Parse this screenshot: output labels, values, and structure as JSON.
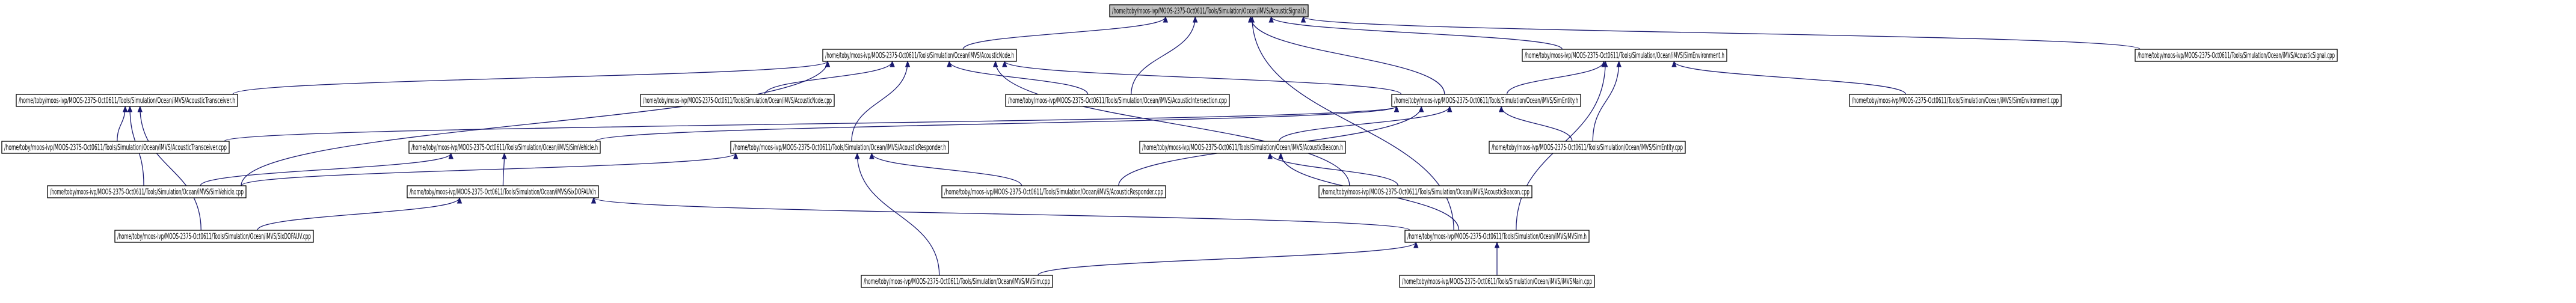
{
  "graph": {
    "kind": "include-dependency-graph",
    "colors": {
      "edge": "#191970",
      "root_fill": "#bfbfbf",
      "node_fill": "#ffffff",
      "node_stroke": "#000000"
    },
    "nodes": [
      {
        "id": "acousticsignal_h",
        "label": "/home/toby/moos-ivp/MOOS-2375-Oct0611/Tools/Simulation/Ocean/iMVS/AcousticSignal.h",
        "root": true
      },
      {
        "id": "acousticnode_h",
        "label": "/home/toby/moos-ivp/MOOS-2375-Oct0611/Tools/Simulation/Ocean/iMVS/AcousticNode.h"
      },
      {
        "id": "simenvironment_h",
        "label": "/home/toby/moos-ivp/MOOS-2375-Oct0611/Tools/Simulation/Ocean/iMVS/SimEnvironment.h"
      },
      {
        "id": "acousticsignal_cpp",
        "label": "/home/toby/moos-ivp/MOOS-2375-Oct0611/Tools/Simulation/Ocean/iMVS/AcousticSignal.cpp"
      },
      {
        "id": "acoustictransceiver_h",
        "label": "/home/toby/moos-ivp/MOOS-2375-Oct0611/Tools/Simulation/Ocean/iMVS/AcousticTransceiver.h"
      },
      {
        "id": "acousticnode_cpp",
        "label": "/home/toby/moos-ivp/MOOS-2375-Oct0611/Tools/Simulation/Ocean/iMVS/AcousticNode.cpp"
      },
      {
        "id": "acousticintersection_cpp",
        "label": "/home/toby/moos-ivp/MOOS-2375-Oct0611/Tools/Simulation/Ocean/iMVS/AcousticIntersection.cpp"
      },
      {
        "id": "simentity_h",
        "label": "/home/toby/moos-ivp/MOOS-2375-Oct0611/Tools/Simulation/Ocean/iMVS/SimEntity.h"
      },
      {
        "id": "simenvironment_cpp",
        "label": "/home/toby/moos-ivp/MOOS-2375-Oct0611/Tools/Simulation/Ocean/iMVS/SimEnvironment.cpp"
      },
      {
        "id": "acoustictransceiver_cpp",
        "label": "/home/toby/moos-ivp/MOOS-2375-Oct0611/Tools/Simulation/Ocean/iMVS/AcousticTransceiver.cpp"
      },
      {
        "id": "simvehicle_h",
        "label": "/home/toby/moos-ivp/MOOS-2375-Oct0611/Tools/Simulation/Ocean/iMVS/SimVehicle.h"
      },
      {
        "id": "acousticresponder_h",
        "label": "/home/toby/moos-ivp/MOOS-2375-Oct0611/Tools/Simulation/Ocean/iMVS/AcousticResponder.h"
      },
      {
        "id": "acousticbeacon_h",
        "label": "/home/toby/moos-ivp/MOOS-2375-Oct0611/Tools/Simulation/Ocean/iMVS/AcousticBeacon.h"
      },
      {
        "id": "simentity_cpp",
        "label": "/home/toby/moos-ivp/MOOS-2375-Oct0611/Tools/Simulation/Ocean/iMVS/SimEntity.cpp"
      },
      {
        "id": "simvehicle_cpp",
        "label": "/home/toby/moos-ivp/MOOS-2375-Oct0611/Tools/Simulation/Ocean/iMVS/SimVehicle.cpp"
      },
      {
        "id": "sixdofauv_h",
        "label": "/home/toby/moos-ivp/MOOS-2375-Oct0611/Tools/Simulation/Ocean/iMVS/SixDOFAUV.h"
      },
      {
        "id": "acousticresponder_cpp",
        "label": "/home/toby/moos-ivp/MOOS-2375-Oct0611/Tools/Simulation/Ocean/iMVS/AcousticResponder.cpp"
      },
      {
        "id": "acousticbeacon_cpp",
        "label": "/home/toby/moos-ivp/MOOS-2375-Oct0611/Tools/Simulation/Ocean/iMVS/AcousticBeacon.cpp"
      },
      {
        "id": "sixdofauv_cpp",
        "label": "/home/toby/moos-ivp/MOOS-2375-Oct0611/Tools/Simulation/Ocean/iMVS/SixDOFAUV.cpp"
      },
      {
        "id": "mvsim_h",
        "label": "/home/toby/moos-ivp/MOOS-2375-Oct0611/Tools/Simulation/Ocean/iMVS/MVSim.h"
      },
      {
        "id": "mvsim_cpp",
        "label": "/home/toby/moos-ivp/MOOS-2375-Oct0611/Tools/Simulation/Ocean/iMVS/MVSim.cpp"
      },
      {
        "id": "imvsmain_cpp",
        "label": "/home/toby/moos-ivp/MOOS-2375-Oct0611/Tools/Simulation/Ocean/iMVS/iMVSMain.cpp"
      }
    ],
    "edges": [
      {
        "from": "acousticsignal_h",
        "to": "acousticnode_h"
      },
      {
        "from": "acousticsignal_h",
        "to": "simenvironment_h"
      },
      {
        "from": "acousticsignal_h",
        "to": "acousticsignal_cpp"
      },
      {
        "from": "acousticsignal_h",
        "to": "acousticintersection_cpp"
      },
      {
        "from": "acousticsignal_h",
        "to": "simentity_h"
      },
      {
        "from": "acousticsignal_h",
        "to": "mvsim_h"
      },
      {
        "from": "acousticnode_h",
        "to": "acoustictransceiver_h"
      },
      {
        "from": "acousticnode_h",
        "to": "acousticnode_cpp"
      },
      {
        "from": "acousticnode_h",
        "to": "acousticintersection_cpp"
      },
      {
        "from": "acousticnode_h",
        "to": "simentity_h"
      },
      {
        "from": "acousticnode_h",
        "to": "acousticresponder_h"
      },
      {
        "from": "acousticnode_h",
        "to": "simvehicle_cpp"
      },
      {
        "from": "acousticnode_h",
        "to": "acousticbeacon_cpp"
      },
      {
        "from": "simenvironment_h",
        "to": "simentity_h"
      },
      {
        "from": "simenvironment_h",
        "to": "simenvironment_cpp"
      },
      {
        "from": "simenvironment_h",
        "to": "simentity_cpp"
      },
      {
        "from": "simenvironment_h",
        "to": "mvsim_h"
      },
      {
        "from": "acoustictransceiver_h",
        "to": "acoustictransceiver_cpp"
      },
      {
        "from": "acoustictransceiver_h",
        "to": "simvehicle_cpp"
      },
      {
        "from": "acoustictransceiver_h",
        "to": "sixdofauv_cpp"
      },
      {
        "from": "simentity_h",
        "to": "acoustictransceiver_cpp"
      },
      {
        "from": "simentity_h",
        "to": "simvehicle_h"
      },
      {
        "from": "simentity_h",
        "to": "acousticbeacon_h"
      },
      {
        "from": "simentity_h",
        "to": "simentity_cpp"
      },
      {
        "from": "simentity_h",
        "to": "acousticresponder_cpp"
      },
      {
        "from": "simvehicle_h",
        "to": "simvehicle_cpp"
      },
      {
        "from": "simvehicle_h",
        "to": "sixdofauv_h"
      },
      {
        "from": "acousticresponder_h",
        "to": "simvehicle_cpp"
      },
      {
        "from": "acousticresponder_h",
        "to": "acousticresponder_cpp"
      },
      {
        "from": "acousticresponder_h",
        "to": "mvsim_cpp"
      },
      {
        "from": "acousticbeacon_h",
        "to": "acousticbeacon_cpp"
      },
      {
        "from": "acousticbeacon_h",
        "to": "mvsim_h"
      },
      {
        "from": "sixdofauv_h",
        "to": "sixdofauv_cpp"
      },
      {
        "from": "sixdofauv_h",
        "to": "mvsim_h"
      },
      {
        "from": "mvsim_h",
        "to": "mvsim_cpp"
      },
      {
        "from": "mvsim_h",
        "to": "imvsmain_cpp"
      }
    ]
  }
}
